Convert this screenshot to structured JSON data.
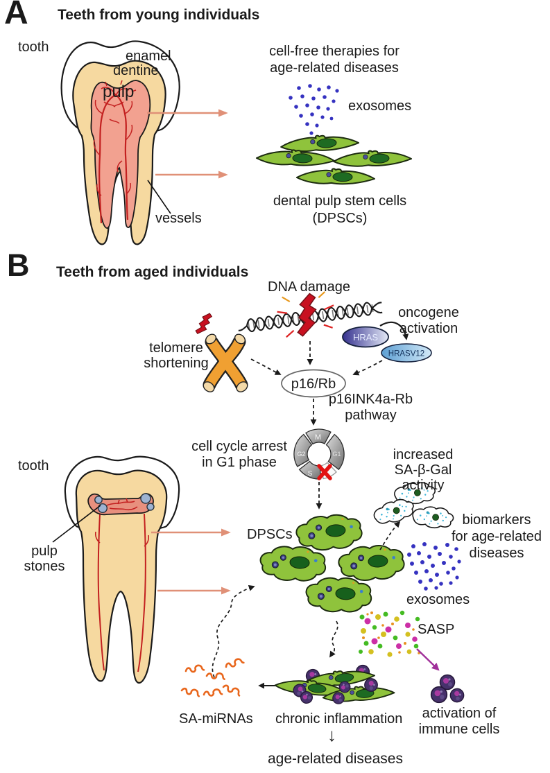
{
  "figure": {
    "panel_a": {
      "label": "A",
      "title": "Teeth from young individuals",
      "tooth": "tooth",
      "enamel": "enamel",
      "dentine": "dentine",
      "pulp": "pulp",
      "vessels": "vessels",
      "therapies_line1": "cell-free therapies for",
      "therapies_line2": "age-related diseases",
      "exosomes": "exosomes",
      "dpsc_line1": "dental pulp stem cells",
      "dpsc_line2": "(DPSCs)"
    },
    "panel_b": {
      "label": "B",
      "title": "Teeth from aged individuals",
      "dna_damage": "DNA damage",
      "telomere_line1": "telomere",
      "telomere_line2": "shortening",
      "oncogene_line1": "oncogene",
      "oncogene_line2": "activation",
      "hras": "HRAS",
      "hrasv12": "HRASV12",
      "p16_rb": "p16/Rb",
      "pathway_line1": "p16INK4a-Rb",
      "pathway_line2": "pathway",
      "arrest_line1": "cell cycle arrest",
      "arrest_line2": "in G1 phase",
      "cell_cycle": {
        "m": "M",
        "g2": "G2",
        "s": "S",
        "g1": "G1"
      },
      "sa_bgal_line1": "increased",
      "sa_bgal_line2": "SA-β-Gal",
      "sa_bgal_line3": "activity",
      "tooth": "tooth",
      "pulp_stones_line1": "pulp",
      "pulp_stones_line2": "stones",
      "dpscs": "DPSCs",
      "biomarkers_line1": "biomarkers",
      "biomarkers_line2": "for age-related",
      "biomarkers_line3": "diseases",
      "exosomes": "exosomes",
      "sasp": "SASP",
      "sa_mirnas": "SA-miRNAs",
      "chronic_inflammation": "chronic inflammation",
      "arrow_down": "↓",
      "immune_line1": "activation of",
      "immune_line2": "immune cells",
      "age_related_diseases": "age-related diseases"
    },
    "colors": {
      "arrow_salmon": "#e09077",
      "exosome_blue": "#3532c0",
      "cell_green": "#8fc33c",
      "nucleus_green": "#1e6b22",
      "chromosome_orange": "#f0a032",
      "bolt_red": "#c81020",
      "pulp_salmon": "#f2a190",
      "dentine_tan": "#f6d9a0",
      "pulp_stone_blue": "#9db3d2",
      "sasp_magenta": "#cc2fa6",
      "sasp_yellow": "#d4c020",
      "sasp_green": "#44bb22",
      "sasp_orange": "#e89020",
      "immune_purple": "#46316b",
      "mirna_orange": "#e8661c",
      "sa_bgal_cyan": "#3fb6d9",
      "hras_blue": "#35318f",
      "hrasv12_blue": "#5d9fd3",
      "immune_arrow_purple": "#a0309a"
    }
  }
}
